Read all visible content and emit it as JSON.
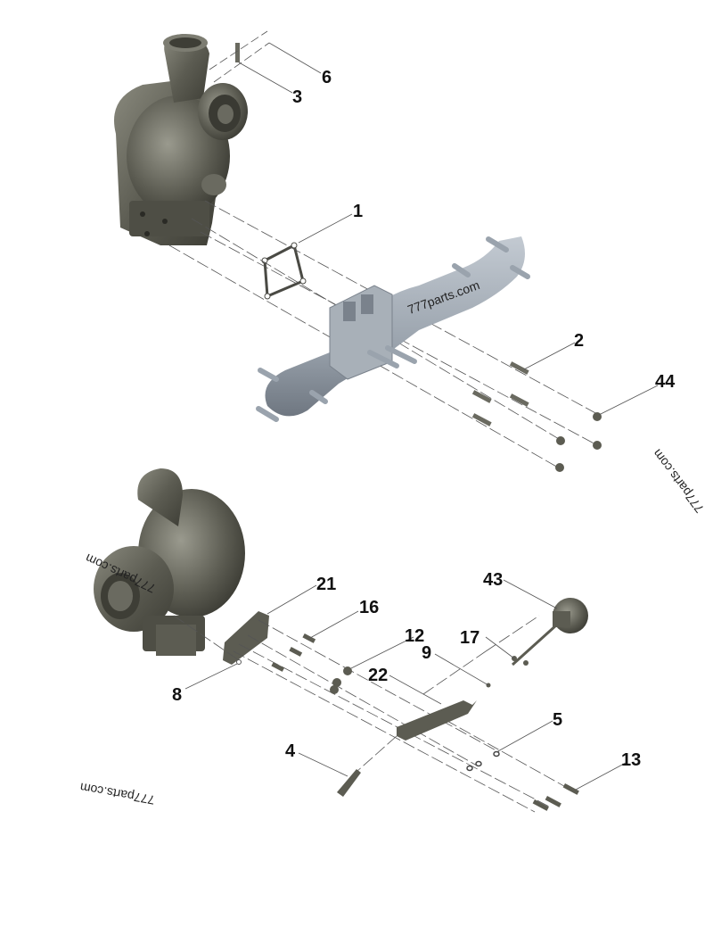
{
  "diagram": {
    "type": "exploded-parts-diagram",
    "subject": "Turbocharger and exhaust manifold assembly",
    "background": "#ffffff",
    "colors": {
      "turbo_body": "#5c5c52",
      "turbo_highlight": "#8a8a7e",
      "manifold_body": "#9aa3ad",
      "manifold_highlight": "#c3cad2",
      "leader_line": "#555555",
      "callout_text": "#111111"
    }
  },
  "callouts": [
    {
      "id": "6",
      "label": "6"
    },
    {
      "id": "3",
      "label": "3"
    },
    {
      "id": "1",
      "label": "1"
    },
    {
      "id": "2",
      "label": "2"
    },
    {
      "id": "44",
      "label": "44"
    },
    {
      "id": "21",
      "label": "21"
    },
    {
      "id": "16",
      "label": "16"
    },
    {
      "id": "43",
      "label": "43"
    },
    {
      "id": "12",
      "label": "12"
    },
    {
      "id": "17",
      "label": "17"
    },
    {
      "id": "9",
      "label": "9"
    },
    {
      "id": "22",
      "label": "22"
    },
    {
      "id": "8",
      "label": "8"
    },
    {
      "id": "5",
      "label": "5"
    },
    {
      "id": "4",
      "label": "4"
    },
    {
      "id": "13",
      "label": "13"
    }
  ],
  "watermarks": [
    {
      "text": "777parts.com",
      "position": "center-manifold"
    },
    {
      "text": "777parts.com",
      "position": "right-rotated"
    },
    {
      "text": "777parts.com",
      "position": "turbo-lower-rotated"
    },
    {
      "text": "777parts.com",
      "position": "bottom-left-upside-down"
    }
  ]
}
